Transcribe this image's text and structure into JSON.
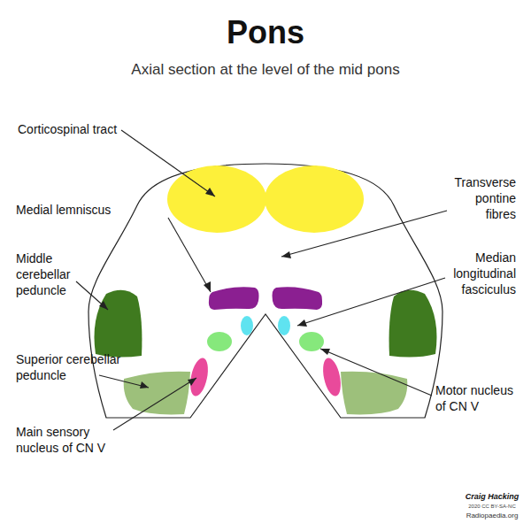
{
  "diagram": {
    "title": "Pons",
    "labels": [
      "Axial section at the level of the mid pons",
      "Corticospinal tract",
      "Medial lemniscus",
      "Middle cerebellar peduncle",
      "Superior cerebellar peduncle",
      "Main sensory nucleus of CN V",
      "Transverse pontine fibres",
      "Median longitudinal fasciculus",
      "Motor nucleus of CN V",
      "Craig Hacking",
      "2020 CC BY-SA-NC",
      "Radiopaedia.org"
    ]
  }
}
